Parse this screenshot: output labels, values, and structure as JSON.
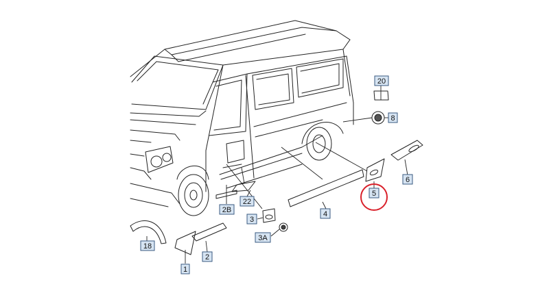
{
  "diagram": {
    "parts": [
      {
        "id": "p20",
        "label": "20"
      },
      {
        "id": "p8",
        "label": "8"
      },
      {
        "id": "p6",
        "label": "6"
      },
      {
        "id": "p5",
        "label": "5",
        "highlighted": true
      },
      {
        "id": "p4",
        "label": "4"
      },
      {
        "id": "p22",
        "label": "22"
      },
      {
        "id": "p2B",
        "label": "2B"
      },
      {
        "id": "p3",
        "label": "3"
      },
      {
        "id": "p3A",
        "label": "3A"
      },
      {
        "id": "p18",
        "label": "18"
      },
      {
        "id": "p2",
        "label": "2"
      },
      {
        "id": "p1",
        "label": "1"
      }
    ],
    "colors": {
      "line": "#222222",
      "label_fill": "#d6e4f2",
      "label_border": "#3a5a80",
      "highlight": "#d9202a"
    }
  }
}
